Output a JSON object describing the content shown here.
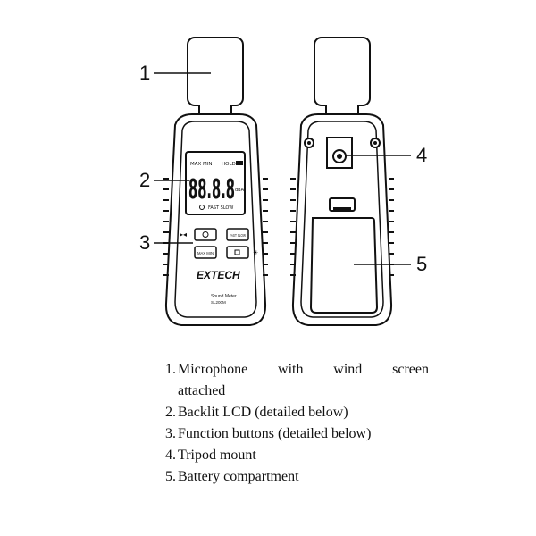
{
  "callouts": [
    "1",
    "2",
    "3",
    "4",
    "5"
  ],
  "device": {
    "lcd_top_left": "MAX MIN",
    "lcd_top_right": "HOLD",
    "lcd_digits": "88.8.8",
    "lcd_unit": "dBA",
    "lcd_bottom": "FAST SLOW",
    "button_fast_slow": "FAST SLOW",
    "button_max_min": "MAX MIN",
    "brand": "EXTECH",
    "model_name": "Sound Meter",
    "model_number": "SL200M"
  },
  "legend": [
    {
      "number": "1.",
      "line1": "Microphone with wind screen",
      "line2": "attached"
    },
    {
      "number": "2.",
      "line1": "Backlit LCD (detailed below)"
    },
    {
      "number": "3.",
      "line1": "Function buttons (detailed below)"
    },
    {
      "number": "4.",
      "line1": "Tripod mount"
    },
    {
      "number": "5.",
      "line1": "Battery compartment"
    }
  ]
}
